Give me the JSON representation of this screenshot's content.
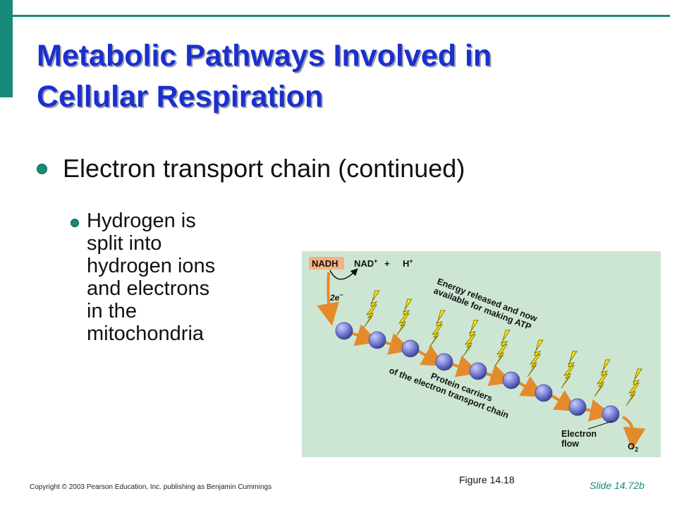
{
  "slide": {
    "title_line1": "Metabolic Pathways Involved in",
    "title_line2": "Cellular Respiration",
    "bullet1": "Electron transport chain (continued)",
    "bullet2_lines": [
      "Hydrogen is",
      "split into",
      "hydrogen ions",
      "and electrons",
      "in the",
      "mitochondria"
    ],
    "figure_caption": "Figure 14.18",
    "copyright": "Copyright © 2003 Pearson Education, Inc. publishing as Benjamin Cummings",
    "slide_number": "Slide 14.72b"
  },
  "figure": {
    "nadh": "NADH",
    "nad_plus": "NAD",
    "plus_sign": "+",
    "h_plus": "H",
    "superscript_plus": "+",
    "two_e": "2e",
    "superscript_minus": "−",
    "energy_line1": "Energy released and now",
    "energy_line2": "available for making ATP",
    "carriers_line1": "Protein carriers",
    "carriers_line2": "of the electron transport chain",
    "flow_line1": "Electron",
    "flow_line2": "flow",
    "o2": "O",
    "o2_sub": "2"
  },
  "colors": {
    "accent": "#178a78",
    "title": "#1a2fd0",
    "figure_bg": "#cde6d3",
    "nadh_box": "#f4b183",
    "arrow": "#e58a2a",
    "carrier": "#7a83d8",
    "bolt": "#ffe600"
  }
}
